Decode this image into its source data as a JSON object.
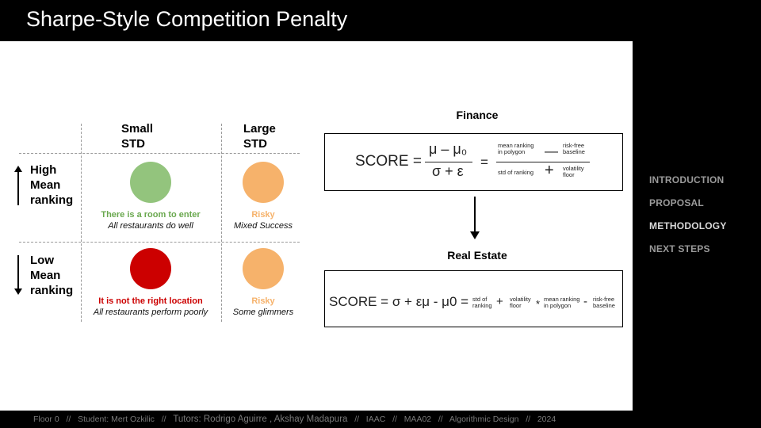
{
  "header": {
    "title": "Sharpe-Style Competition Penalty"
  },
  "matrix": {
    "col_small": [
      "Small",
      "STD"
    ],
    "col_large": [
      "Large",
      "STD"
    ],
    "row_high": [
      "High",
      "Mean",
      "ranking"
    ],
    "row_low": [
      "Low",
      "Mean",
      "ranking"
    ],
    "cells": [
      {
        "title": "There is a room to enter",
        "subtitle": "All restaurants do well",
        "color": "#93c47d",
        "title_color": "#6aa84f"
      },
      {
        "title": "Risky",
        "subtitle": "Mixed Success",
        "color": "#f6b26b",
        "title_color": "#f6b26b"
      },
      {
        "title": "It is not the right location",
        "subtitle": "All restaurants perform poorly",
        "color": "#cc0000",
        "title_color": "#cc0000"
      },
      {
        "title": "Risky",
        "subtitle": "Some glimmers",
        "color": "#f6b26b",
        "title_color": "#f6b26b"
      }
    ]
  },
  "finance": {
    "title": "Finance",
    "score": "SCORE =",
    "numerator": "μ – μ₀",
    "denominator": "σ + ε",
    "equals": "=",
    "mean_ranking": [
      "mean ranking",
      "in polygon"
    ],
    "minus": "—",
    "risk_free": [
      "risk-free",
      "baseline"
    ],
    "std_ranking": "std of ranking",
    "plus": "+",
    "volatility": [
      "volatility",
      "floor"
    ]
  },
  "real_estate": {
    "title": "Real Estate",
    "formula": "SCORE = σ + εμ - μ0 =",
    "std": [
      "std of",
      "ranking"
    ],
    "plus": "+",
    "volatility": [
      "volatility",
      "floor"
    ],
    "times": "*",
    "mean": [
      "mean ranking",
      "in polygon"
    ],
    "minus": "-",
    "risk_free": [
      "risk-free",
      "baseline"
    ]
  },
  "nav": {
    "items": [
      "INTRODUCTION",
      "PROPOSAL",
      "METHODOLOGY",
      "NEXT STEPS"
    ],
    "active": "METHODOLOGY"
  },
  "footer": {
    "floor": "Floor 0",
    "student": "Student: Mert Ozkilic",
    "tutors": "Tutors: Rodrigo Aguirre , Akshay Madapura",
    "school": "IAAC",
    "program": "MAA02",
    "course": "Algorithmic Design",
    "year": "2024",
    "sep": "//"
  }
}
